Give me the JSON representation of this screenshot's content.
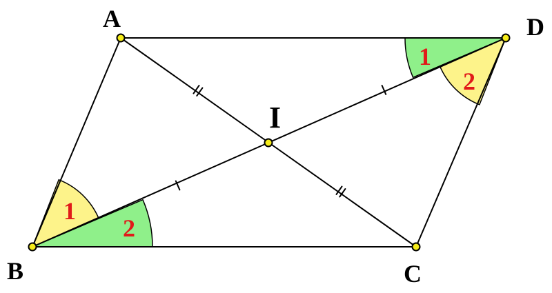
{
  "colors": {
    "line": "#000000",
    "point_fill": "#f5ec1a",
    "point_stroke": "#000000",
    "angle_yellow": "#fdf38a",
    "angle_green": "#8ff08a",
    "angle_text": "#e11a1a"
  },
  "points": {
    "A": "A",
    "B": "B",
    "C": "C",
    "D": "D",
    "I": "I"
  },
  "angles": {
    "B1": "1",
    "B2": "2",
    "D1": "1",
    "D2": "2"
  }
}
